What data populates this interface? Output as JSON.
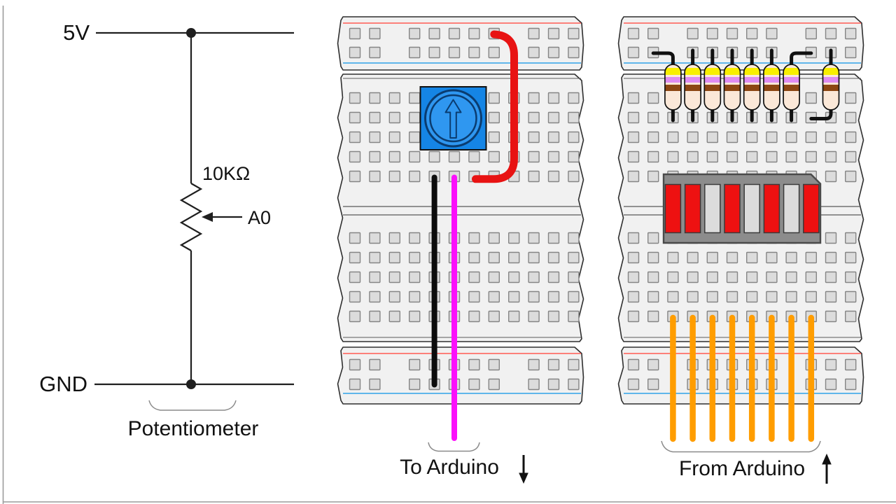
{
  "figure": {
    "background": "#ffffff",
    "text_color": "#111111",
    "frame_color": "#9c9c9c",
    "brace_color": "#8a8a8a"
  },
  "schematic": {
    "supply_label": "5V",
    "ground_label": "GND",
    "resistor_value_label": "10KΩ",
    "analog_pin_label": "A0",
    "caption": "Potentiometer",
    "line_color": "#1f1f1f"
  },
  "board_style": {
    "body_fill": "#f1f1f1",
    "outline": "#2f2f2f",
    "inner_line": "#5a5a5a",
    "hole_fill": "#dcdcdc",
    "hole_outline": "#858585",
    "positive_rail_line": "#ff5a52",
    "negative_rail_line": "#31a3e8"
  },
  "pot_board": {
    "caption": "To Arduino",
    "arrow_direction": "down",
    "potentiometer": {
      "body_color": "#1585e5",
      "dial_color": "#2f97f0",
      "outline_color": "#0a3c70"
    },
    "wires": [
      {
        "name": "red-5v-jumper-wire",
        "color": "#e81313"
      },
      {
        "name": "black-ground-wire",
        "color": "#0c0c0c"
      },
      {
        "name": "magenta-signal-wire",
        "color": "#fb10fb"
      }
    ]
  },
  "led_board": {
    "caption": "From Arduino",
    "arrow_direction": "up",
    "resistors": {
      "count": 8,
      "body_color": "#fbe8d8",
      "band_colors": [
        "#f8ef00",
        "#de8cf2",
        "#8c4613"
      ],
      "lead_color": "#111111"
    },
    "bar_graph": {
      "body_color": "#8c8c8c",
      "outline_color": "#4a4a4a",
      "segment_on_color": "#ee1111",
      "segment_off_color": "#dcdcdc",
      "segments": [
        "on",
        "on",
        "off",
        "on",
        "off",
        "on",
        "off",
        "on"
      ]
    },
    "output_wires": {
      "count": 8,
      "color": "#ff9d00"
    }
  }
}
